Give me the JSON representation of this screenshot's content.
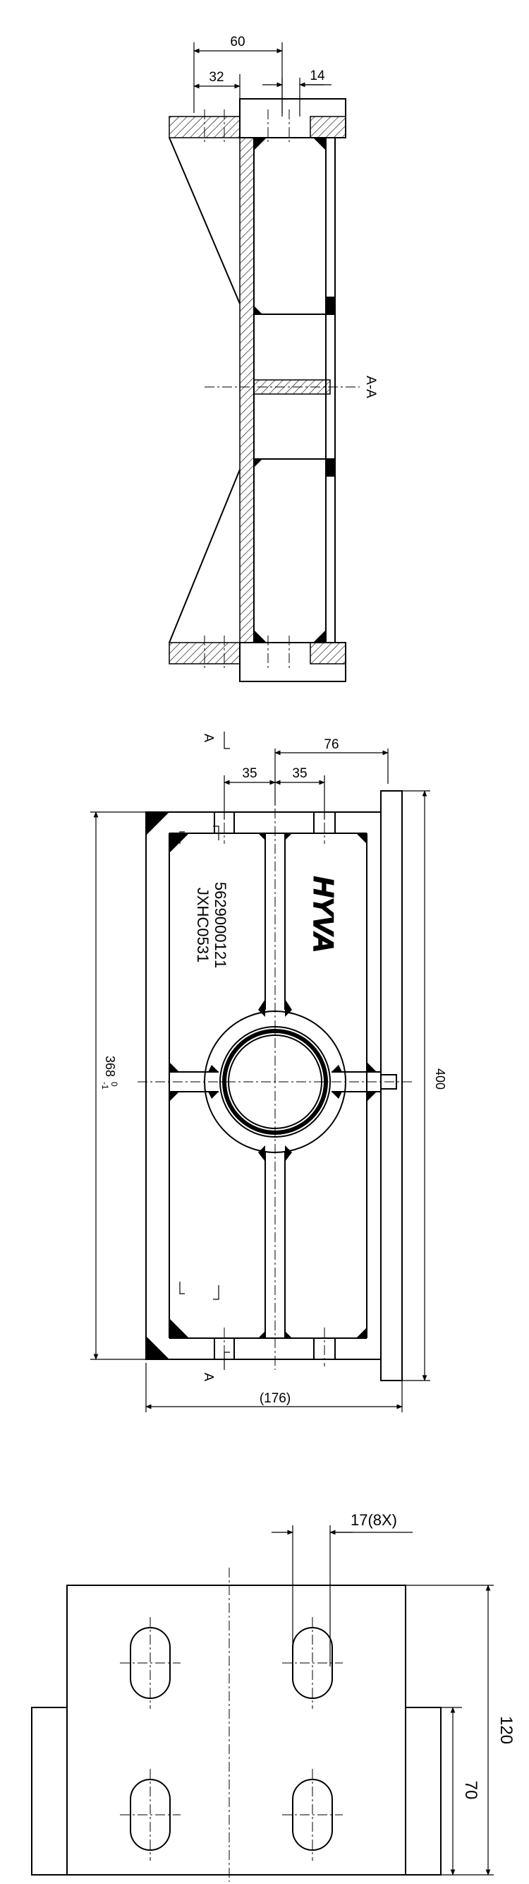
{
  "view_top": {
    "dims": {
      "overall_width": "60",
      "offset": "32",
      "thickness": "14"
    },
    "section_label": "A-A"
  },
  "view_middle": {
    "dims": {
      "width_76": "76",
      "hole_spacing_left": "35",
      "hole_spacing_right": "35",
      "height_368": "368",
      "height_368_upper_tol": "0",
      "height_368_lower_tol": "-1",
      "height_400": "400",
      "width_176": "(176)"
    },
    "section_marks": {
      "top": "A",
      "bottom": "A"
    },
    "part_number": "5629000121",
    "drawing_code": "JXHC0531",
    "brand_logo": "HYVA"
  },
  "view_bottom": {
    "dims": {
      "slot_width": "17(8X)",
      "height_120": "120",
      "height_70": "70"
    }
  }
}
